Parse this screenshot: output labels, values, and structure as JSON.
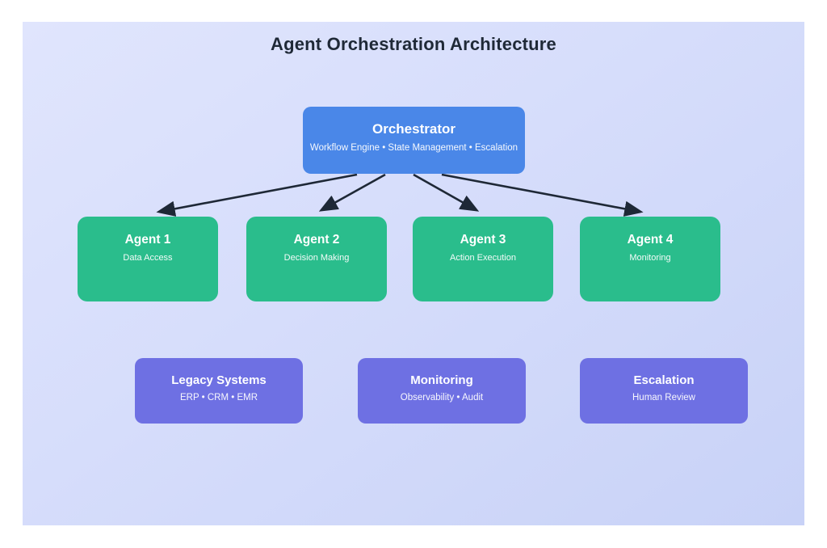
{
  "title": "Agent Orchestration Architecture",
  "colors": {
    "panel_gradient_start": "#e0e5fd",
    "panel_gradient_end": "#c8d2f7",
    "orchestrator_fill": "#4a87e8",
    "agent_fill": "#2abd8c",
    "system_fill": "#6e70e3",
    "arrow": "#1e2836",
    "title_text": "#1f2937",
    "node_text": "#ffffff"
  },
  "diagram": {
    "orchestrator": {
      "title": "Orchestrator",
      "subtitle": "Workflow Engine • State Management • Escalation"
    },
    "agents": [
      {
        "title": "Agent 1",
        "subtitle": "Data Access"
      },
      {
        "title": "Agent 2",
        "subtitle": "Decision Making"
      },
      {
        "title": "Agent 3",
        "subtitle": "Action Execution"
      },
      {
        "title": "Agent 4",
        "subtitle": "Monitoring"
      }
    ],
    "systems": [
      {
        "title": "Legacy Systems",
        "subtitle": "ERP • CRM • EMR"
      },
      {
        "title": "Monitoring",
        "subtitle": "Observability • Audit"
      },
      {
        "title": "Escalation",
        "subtitle": "Human Review"
      }
    ]
  }
}
